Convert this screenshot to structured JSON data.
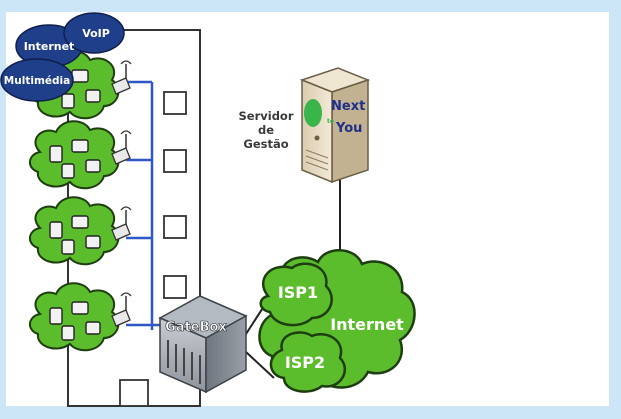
{
  "bubbles": {
    "internet": "Internet",
    "voip": "VoIP",
    "multimedia": "Multimédia"
  },
  "server": {
    "label_line1": "Servidor",
    "label_line2": "de",
    "label_line3": "Gestão",
    "brand_line1": "Next",
    "brand_line2": "You",
    "brand_small": "to"
  },
  "gatebox": {
    "label": "GateBox"
  },
  "cloud": {
    "isp1": "ISP1",
    "isp2": "ISP2",
    "internet": "Internet"
  },
  "colors": {
    "page_bg": "#cde6f7",
    "cloud_green": "#5bbd2b",
    "cloud_outline": "#1e3d10",
    "bubble_navy": "#1f3f8a",
    "network_line_blue": "#2f58c6",
    "brand_green": "#39b54a",
    "brand_navy": "#1f2f8a",
    "label_text": "#3a3a3a"
  }
}
